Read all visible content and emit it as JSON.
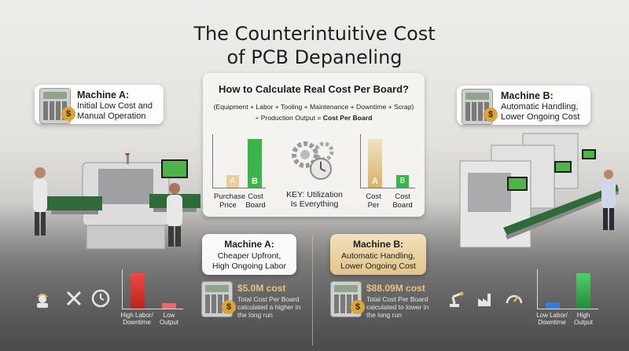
{
  "title_line1": "The Counterintuitive Cost",
  "title_line2": "of PCB Depaneling",
  "card_a_top": {
    "title": "Machine A:",
    "line1": "Initial Low Cost and",
    "line2": "Manual Operation"
  },
  "card_b_top": {
    "title": "Machine B:",
    "line1": "Automatic Handling,",
    "line2": "Lower Ongoing Cost"
  },
  "center": {
    "heading": "How to Calculate Real Cost Per Board?",
    "formula_line1": "(Equipment + Labor + Tooling + Maintenance + Downtime + Scrap)",
    "formula_line2_prefix": "÷ Production Output = ",
    "formula_line2_bold": "Cost Per Board",
    "key_line1": "KEY: Utilization",
    "key_line2": "Is Everything",
    "left_chart": {
      "bar_a": "A",
      "bar_b": "B",
      "label1_l1": "Purchase",
      "label1_l2": "Price",
      "label2_l1": "Cost",
      "label2_l2": "Board"
    },
    "right_chart": {
      "bar_a": "A",
      "bar_b": "B",
      "label1_l1": "Cost",
      "label1_l2": "Per",
      "label2_l1": "Cost",
      "label2_l2": "Board"
    }
  },
  "card_a_bottom": {
    "title": "Machine A:",
    "line1": "Cheaper Upfront,",
    "line2": "High Ongoing Labor"
  },
  "card_b_bottom": {
    "title": "Machine B:",
    "line1": "Automatic Handling,",
    "line2": "Lower Ongoing Cost"
  },
  "cost_a": {
    "value": "$5.0M cost",
    "line1": "Total Cost Per Board",
    "line2": "calculated a higher in",
    "line3": "the long run"
  },
  "cost_b": {
    "value": "$88.09M cost",
    "line1": "Total Cost Per Board",
    "line2": "calculated to lower in",
    "line3": "the long run"
  },
  "chart_a": {
    "label1_l1": "High Labor/",
    "label1_l2": "Downtime",
    "label2_l1": "Low",
    "label2_l2": "Output"
  },
  "chart_b": {
    "label1_l1": "Low Labor/",
    "label1_l2": "Downtime",
    "label2_l1": "High",
    "label2_l2": "Output"
  },
  "money_symbol": "$",
  "colors": {
    "red": "#d9302b",
    "green": "#2fae4e",
    "blue": "#3b7bd6",
    "gold": "#d8b26a"
  },
  "icons_a": [
    "worker-icon",
    "tools-icon",
    "clock-icon"
  ],
  "icons_b": [
    "robot-arm-icon",
    "factory-icon",
    "gauge-icon"
  ]
}
